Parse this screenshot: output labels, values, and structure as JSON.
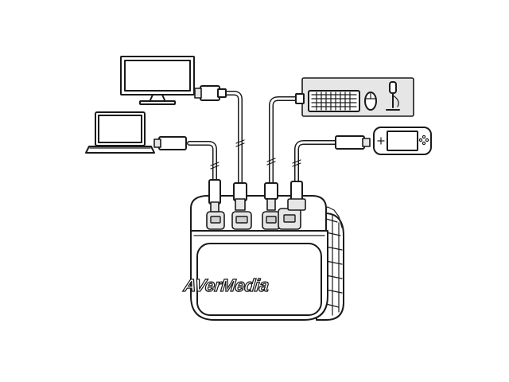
{
  "brand": {
    "logo_text": "AVerMedia"
  },
  "devices": [
    {
      "id": "monitor",
      "icon": "monitor-icon"
    },
    {
      "id": "laptop",
      "icon": "laptop-icon"
    },
    {
      "id": "keyboard-mouse-mic",
      "icon": "keyboard-mouse-mic-icon"
    },
    {
      "id": "game-console",
      "icon": "handheld-console-icon"
    }
  ],
  "hub": {
    "icon": "capture-hub-icon",
    "port_count": 4
  },
  "colors": {
    "line": "#1a1a1a",
    "background": "#ffffff",
    "shade": "#e6e6e6"
  }
}
